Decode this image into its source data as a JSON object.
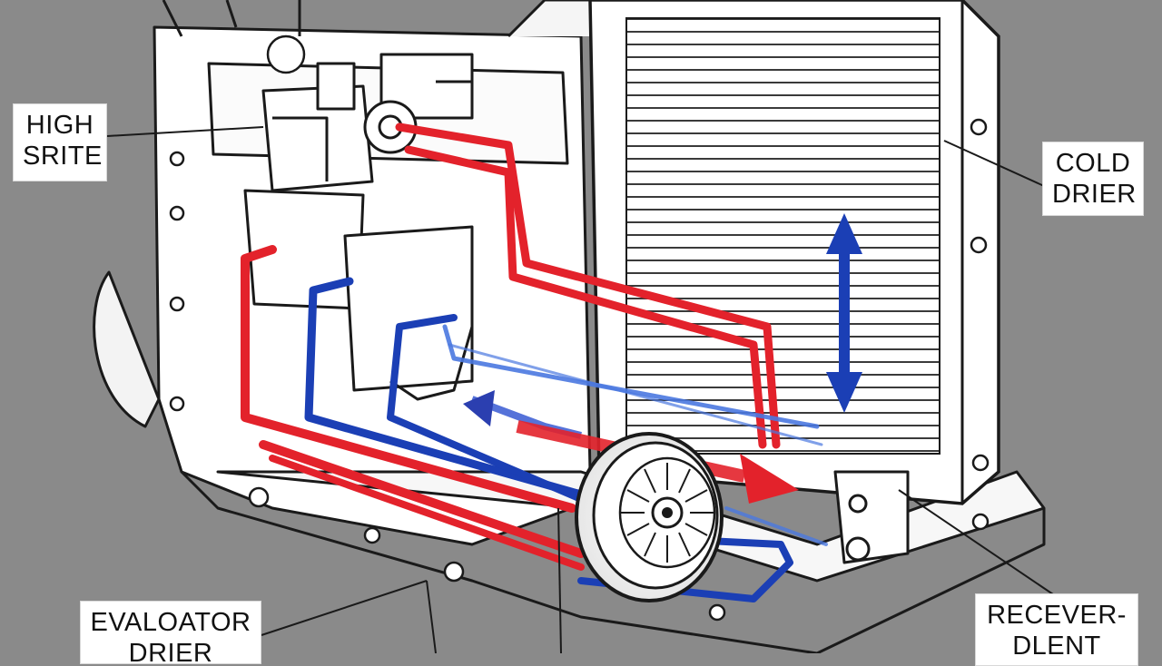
{
  "callouts": {
    "high": {
      "line1": "HIGH",
      "line2": "SRITE"
    },
    "cold": {
      "line1": "COLD",
      "line2": "DRIER"
    },
    "evaporator": {
      "line1": "EVALOATOR",
      "line2": "DRIER"
    },
    "receiver": {
      "line1": "RECEVER-",
      "line2": "DLENT"
    }
  },
  "colors": {
    "background": "#8a8a8a",
    "hot_line": "#e3222b",
    "cold_line": "#1b3fb5",
    "outline": "#1a1a1a"
  }
}
